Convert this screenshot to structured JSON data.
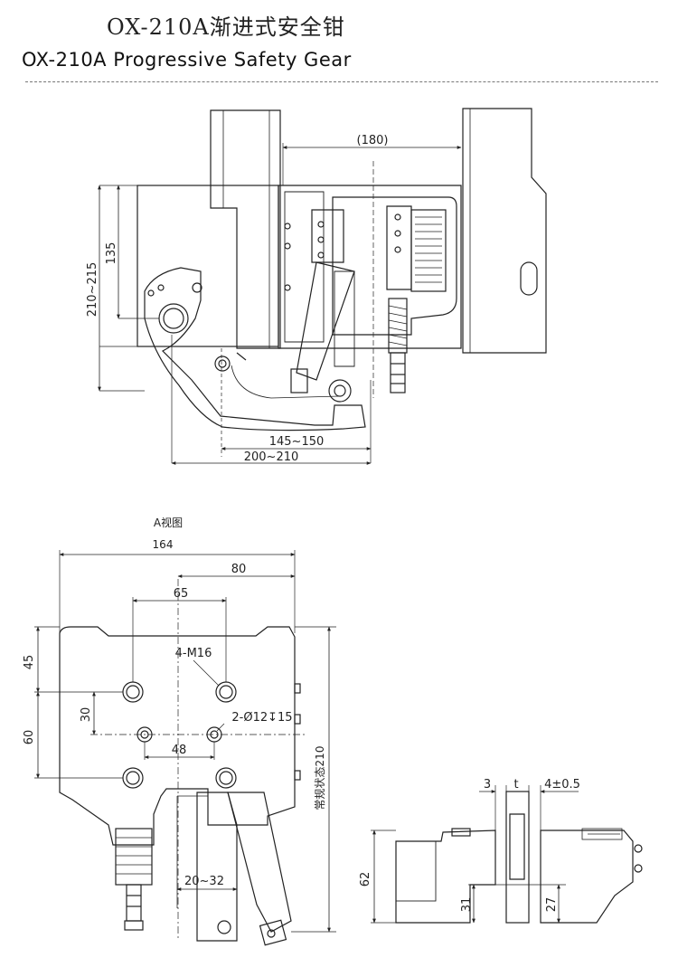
{
  "header": {
    "title_cn": "OX-210A渐进式安全钳",
    "title_en": "OX-210A  Progressive Safety Gear"
  },
  "top_view": {
    "dim_180": "(180)",
    "dim_135": "135",
    "dim_210_215": "210~215",
    "dim_145_150": "145~150",
    "dim_200_210": "200~210"
  },
  "a_view": {
    "view_label": "A视图",
    "dim_164": "164",
    "dim_80": "80",
    "dim_65": "65",
    "dim_45": "45",
    "dim_60": "60",
    "dim_30": "30",
    "dim_48": "48",
    "label_m16": "4-M16",
    "label_hole": "2-Ø12↧15",
    "dim_normal": "常规状态210",
    "dim_20_32": "20~32"
  },
  "side_view": {
    "dim_3": "3",
    "dim_t": "t",
    "dim_4": "4±0.5",
    "dim_62": "62",
    "dim_31": "31",
    "dim_27": "27"
  }
}
